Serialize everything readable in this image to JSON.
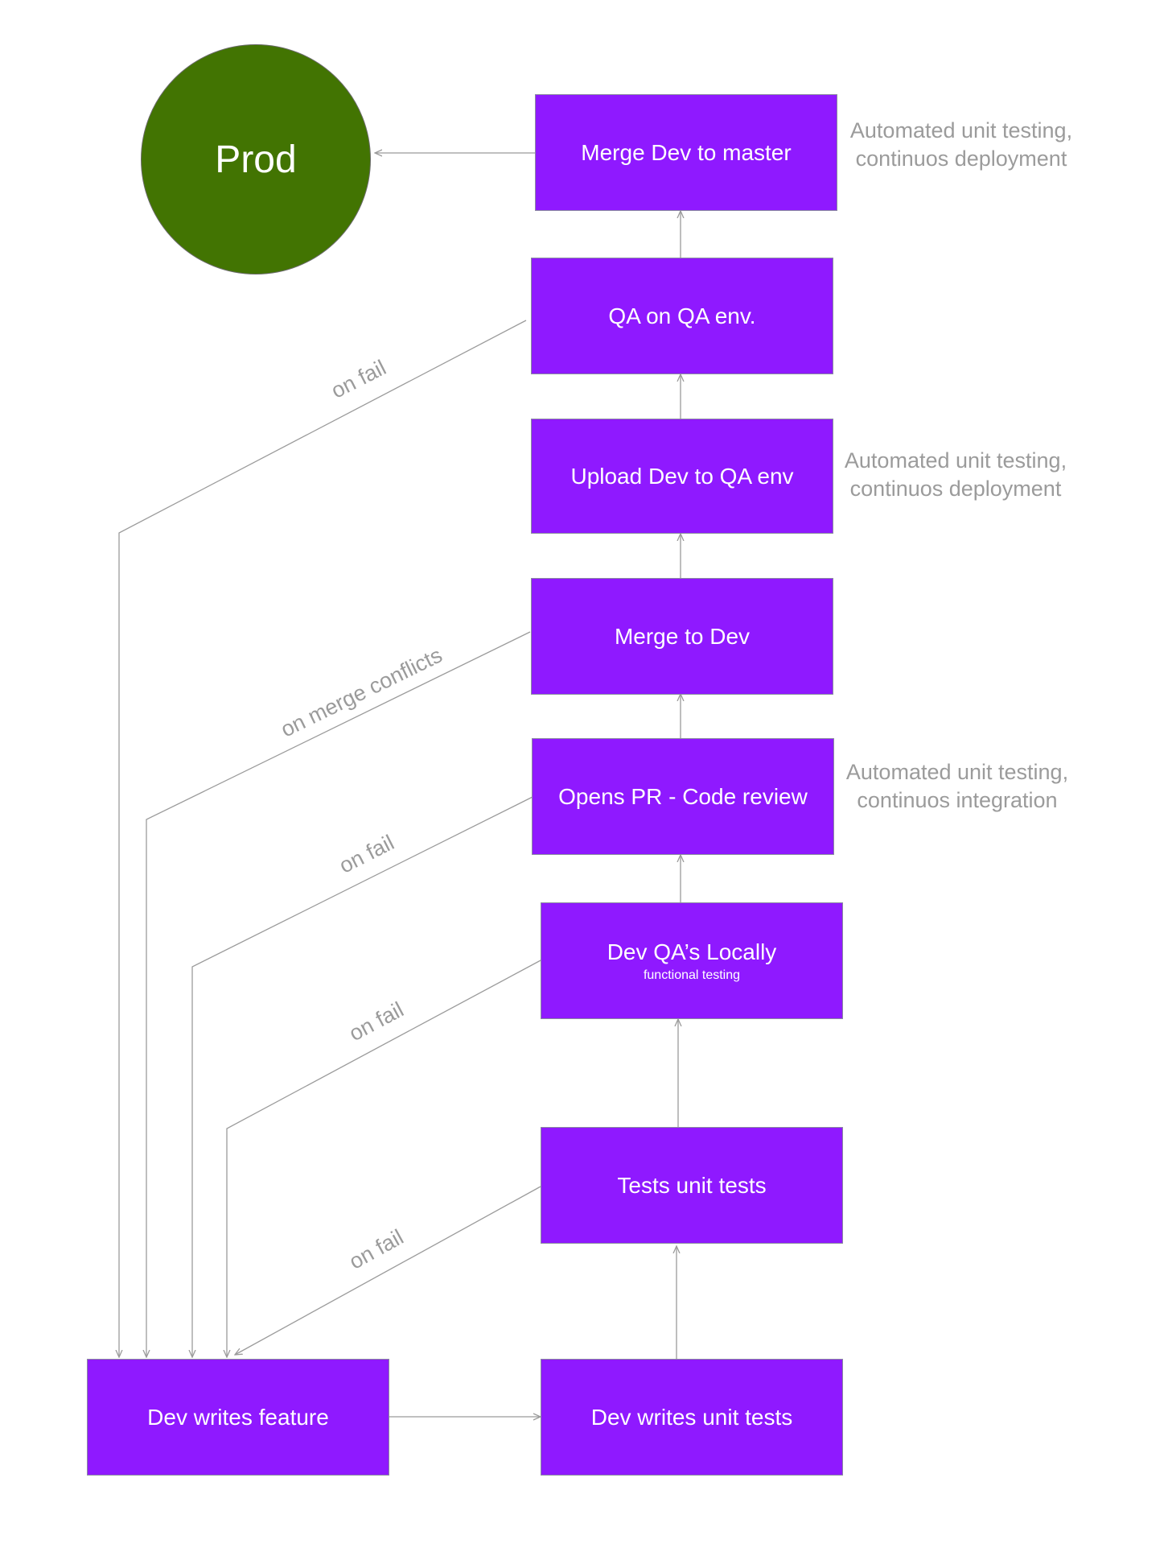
{
  "diagram": {
    "prod_label": "Prod",
    "nodes": {
      "merge_master": {
        "label": "Merge Dev to master"
      },
      "qa_env": {
        "label": "QA on QA env."
      },
      "upload_qa": {
        "label": "Upload Dev to QA env"
      },
      "merge_dev": {
        "label": "Merge to Dev"
      },
      "opens_pr": {
        "label": "Opens PR - Code review"
      },
      "dev_qa_local": {
        "label": "Dev QA’s Locally",
        "sublabel": "functional testing"
      },
      "tests_unit": {
        "label": "Tests unit tests"
      },
      "dev_feature": {
        "label": "Dev writes feature"
      },
      "dev_unit_tests": {
        "label": "Dev writes unit tests"
      }
    },
    "notes": {
      "merge_master": "Automated unit testing,\ncontinuos deployment",
      "upload_qa": "Automated unit testing,\ncontinuos deployment",
      "opens_pr": "Automated unit testing,\ncontinuos integration"
    },
    "edge_labels": {
      "qa_fail": "on fail",
      "merge_conflicts": "on merge conflicts",
      "pr_fail": "on fail",
      "local_fail": "on fail",
      "tests_fail": "on fail"
    },
    "colors": {
      "process_box": "#8f19ff",
      "prod_circle": "#427402",
      "connector": "#9b9b9b",
      "note_text": "#9b9b9b"
    }
  }
}
